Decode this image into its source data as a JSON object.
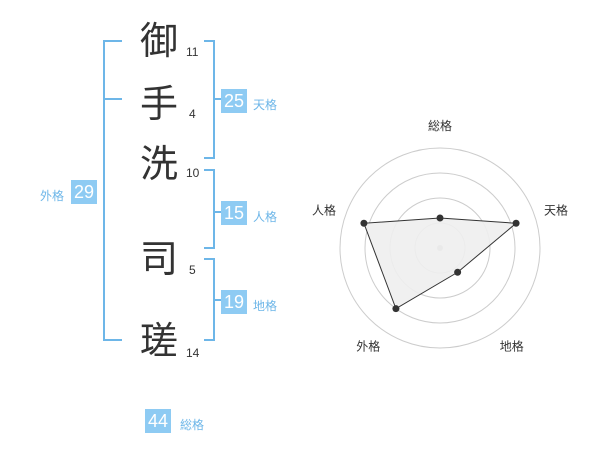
{
  "characters": [
    {
      "char": "御",
      "strokes": "11"
    },
    {
      "char": "手",
      "strokes": "4"
    },
    {
      "char": "洗",
      "strokes": "10"
    },
    {
      "char": "司",
      "strokes": "5"
    },
    {
      "char": "瑳",
      "strokes": "14"
    }
  ],
  "scores": {
    "tenkaku": {
      "value": "25",
      "label": "天格"
    },
    "jinkaku": {
      "value": "15",
      "label": "人格"
    },
    "chikaku": {
      "value": "19",
      "label": "地格"
    },
    "gaikaku": {
      "value": "29",
      "label": "外格"
    },
    "soukaku": {
      "value": "44",
      "label": "総格"
    }
  },
  "colors": {
    "accent": "#8ecbf3",
    "accent_text": "#6db6e8",
    "bracket": "#6db6e8",
    "char_text": "#333333"
  },
  "chart_data": {
    "type": "radar",
    "axes": [
      "総格",
      "天格",
      "地格",
      "外格",
      "人格"
    ],
    "levels": 4,
    "max": 4,
    "values": [
      1.2,
      3.2,
      1.2,
      3.0,
      3.2
    ]
  }
}
